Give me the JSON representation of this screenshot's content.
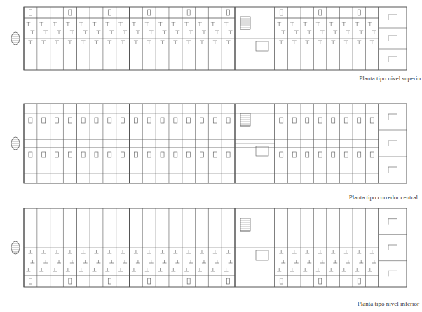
{
  "diagram": {
    "labels": [
      "Planta tipo nivel superio",
      "Planta tipo corredor central",
      "Planta tipo nivel inferior"
    ]
  }
}
